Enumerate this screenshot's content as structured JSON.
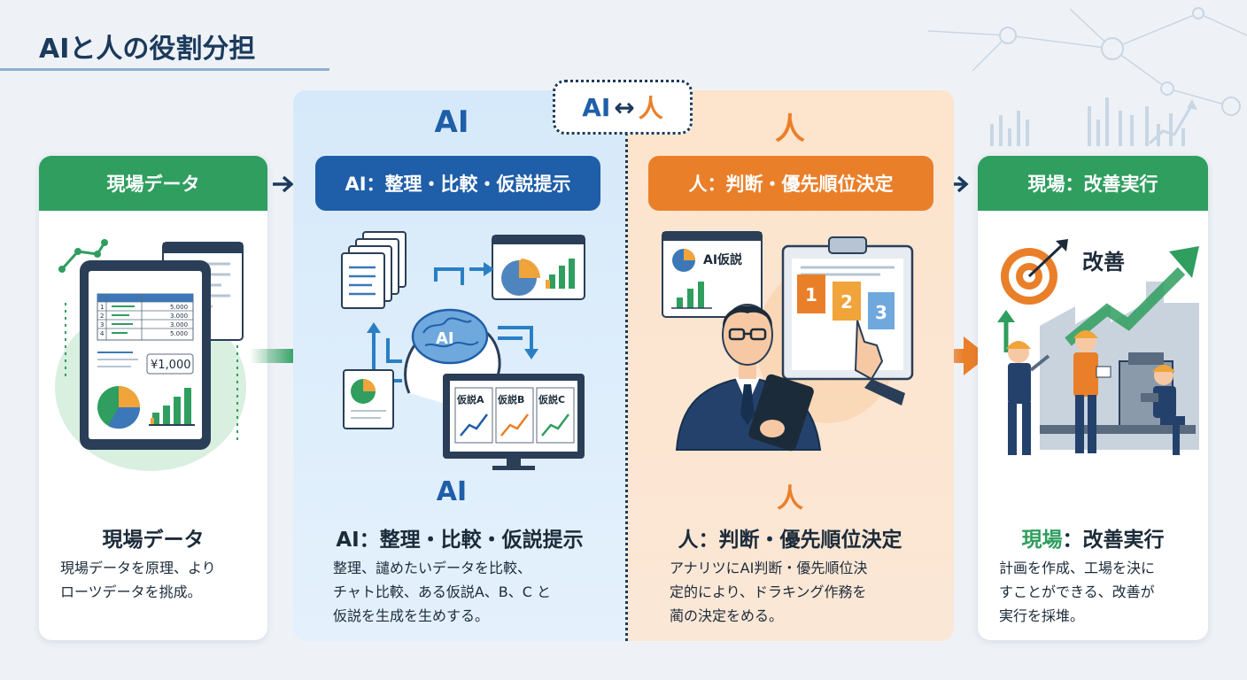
{
  "title": "AIと人の役割分担",
  "badge": {
    "ai": "AI",
    "arrow": "↔",
    "human": "人"
  },
  "column1": {
    "header": "現場データ",
    "caption": "現場データ",
    "desc_lines": [
      "現場データを原理、より",
      "ローツデータを挑成。"
    ],
    "tablet": {
      "rows": [
        {
          "n": "1",
          "v": "5.000"
        },
        {
          "n": "2",
          "v": "3.000"
        },
        {
          "n": "3",
          "v": "3.000"
        },
        {
          "n": "4",
          "v": "5.000"
        }
      ],
      "price": "¥1,000"
    }
  },
  "column2": {
    "letter": "AI",
    "header": "AI：整理・比較・仮説提示",
    "brain_label": "AI",
    "sub_letter": "AI",
    "caption": "AI：整理・比較・仮説提示",
    "desc_lines": [
      "整理、譴めたいデータを比較、",
      "チャト比較、ある仮説A、B、C と",
      "仮説を生成を生めする。"
    ],
    "hypotheses": [
      "仮説A",
      "仮説B",
      "仮説C"
    ]
  },
  "column3": {
    "letter": "人",
    "header": "人：判断・優先順位決定",
    "card_label": "AI仮説",
    "priorities": [
      "1",
      "2",
      "3"
    ],
    "sub_letter": "人",
    "caption": "人：判断・優先順位決定",
    "desc_lines": [
      "アナリツにAI判断・優先順位決",
      "定的により、ドラキング作務を",
      "蔺の決定をめる。"
    ]
  },
  "column4": {
    "header": "現場：改善実行",
    "improve_label": "改善",
    "caption_a": "現場",
    "caption_b": "：改善実行",
    "desc_lines": [
      "計画を作成、工場を決に",
      "すことができる、改善が",
      "実行を採堆。"
    ]
  },
  "colors": {
    "green": "#2f9e5f",
    "blue": "#1f5ea8",
    "orange": "#ea7f2a",
    "navy": "#1b3a5c"
  }
}
